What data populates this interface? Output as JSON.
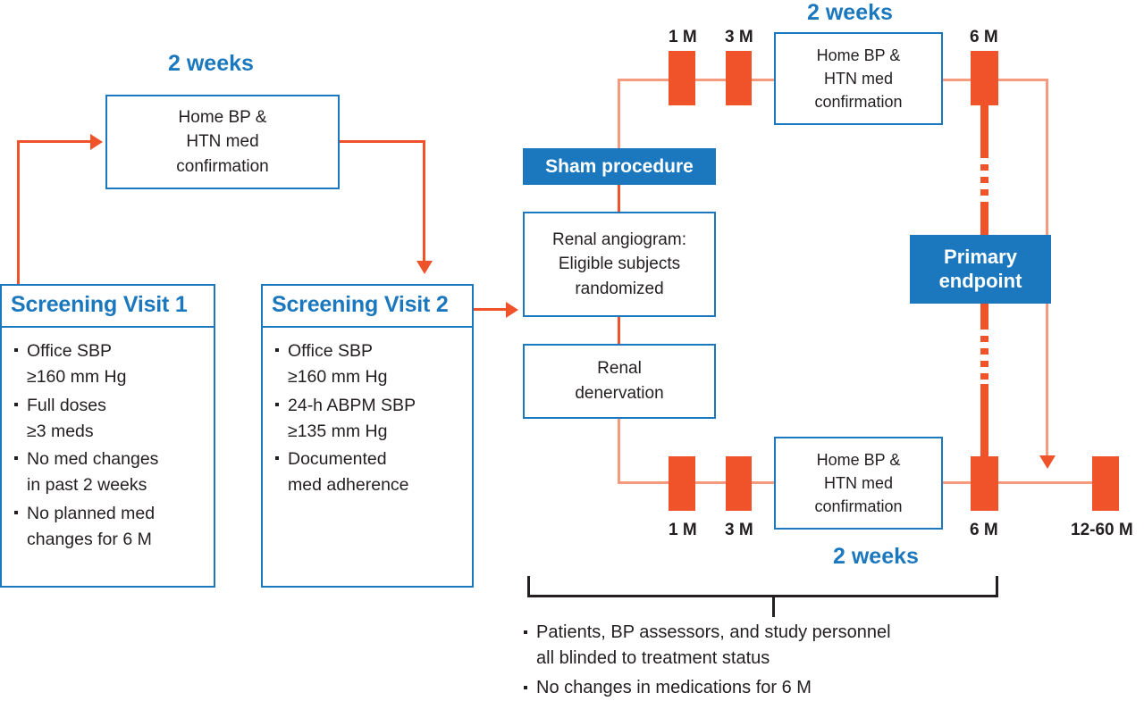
{
  "diagram": {
    "title": "Renal denervation sham-controlled trial flow diagram",
    "colors": {
      "blue": "#1B78BE",
      "orange": "#F0522A",
      "orange_pale": "#F79B7E",
      "text": "#231f20"
    }
  },
  "captions": {
    "weeks_left": "2 weeks",
    "weeks_top": "2 weeks",
    "weeks_bottom": "2 weeks"
  },
  "run_in_box": {
    "line1": "Home BP &",
    "line2": "HTN med",
    "line3": "confirmation"
  },
  "screening_visit_1": {
    "header": "Screening Visit 1",
    "items": [
      {
        "line1": "Office SBP",
        "line2": "≥160 mm Hg"
      },
      {
        "line1": "Full doses",
        "line2": "≥3 meds"
      },
      {
        "line1": "No med changes",
        "line2": "in past 2 weeks"
      },
      {
        "line1": "No planned med",
        "line2": "changes for 6 M"
      }
    ]
  },
  "screening_visit_2": {
    "header": "Screening Visit 2",
    "items": [
      {
        "line1": "Office SBP",
        "line2": "≥160 mm Hg"
      },
      {
        "line1": "24-h ABPM SBP",
        "line2": "≥135 mm Hg"
      },
      {
        "line1": "Documented",
        "line2": "med adherence"
      }
    ]
  },
  "randomization": {
    "sham_label": "Sham procedure",
    "angiogram": {
      "line1": "Renal angiogram:",
      "line2": "Eligible subjects",
      "line3": "randomized"
    },
    "denervation": {
      "line1": "Renal",
      "line2": "denervation"
    }
  },
  "top_arm": {
    "confirmation_box": {
      "line1": "Home BP &",
      "line2": "HTN med",
      "line3": "confirmation"
    },
    "markers": [
      {
        "label": "1 M",
        "position": "above"
      },
      {
        "label": "3 M",
        "position": "above"
      },
      {
        "label": "6 M",
        "position": "above"
      }
    ]
  },
  "bottom_arm": {
    "confirmation_box": {
      "line1": "Home BP &",
      "line2": "HTN med",
      "line3": "confirmation"
    },
    "markers": [
      {
        "label": "1 M",
        "position": "below"
      },
      {
        "label": "3 M",
        "position": "below"
      },
      {
        "label": "6 M",
        "position": "below"
      },
      {
        "label": "12-60 M",
        "position": "below"
      }
    ]
  },
  "primary_endpoint": {
    "line1": "Primary",
    "line2": "endpoint"
  },
  "footer_notes": {
    "items": [
      {
        "line1": "Patients, BP assessors, and study personnel",
        "line2": "all blinded to treatment status"
      },
      {
        "line1": "No changes in medications for 6 M",
        "line2": ""
      }
    ]
  }
}
